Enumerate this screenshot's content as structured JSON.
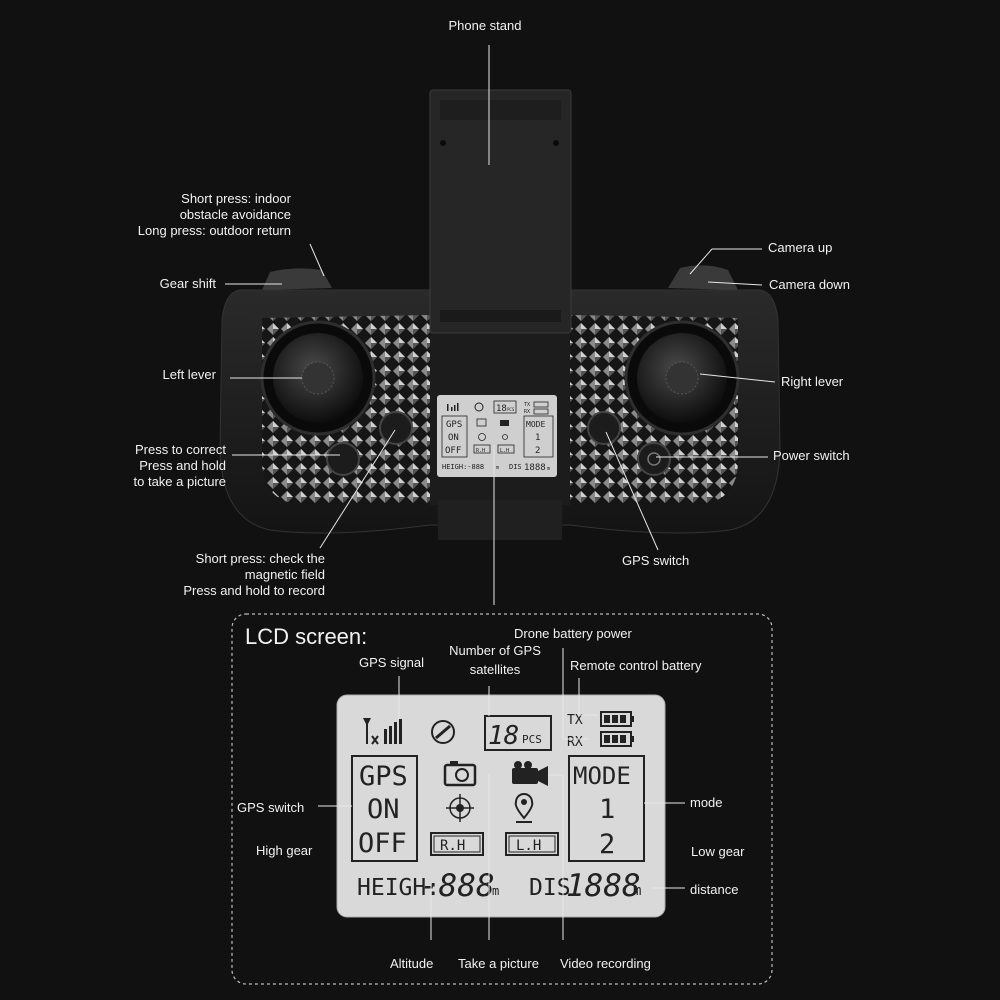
{
  "callouts": {
    "phone_stand": "Phone stand",
    "short_press_line1": "Short press: indoor",
    "short_press_line2": "obstacle avoidance",
    "short_press_line3": "Long press: outdoor return",
    "gear_shift": "Gear shift",
    "left_lever": "Left lever",
    "press_correct_line1": "Press to correct",
    "press_correct_line2": "Press and hold",
    "press_correct_line3": "to take a picture",
    "magnetic_line1": "Short press: check the",
    "magnetic_line2": "magnetic field",
    "magnetic_line3": "Press and hold to record",
    "camera_up": "Camera up",
    "camera_down": "Camera down",
    "right_lever": "Right lever",
    "power_switch": "Power switch",
    "gps_switch": "GPS switch"
  },
  "lcd_panel": {
    "title": "LCD screen:",
    "gps_signal": "GPS signal",
    "num_gps_line1": "Number of GPS",
    "num_gps_line2": "satellites",
    "drone_battery": "Drone battery power",
    "remote_battery": "Remote control battery",
    "gps_switch": "GPS switch",
    "high_gear": "High gear",
    "mode": "mode",
    "low_gear": "Low gear",
    "distance": "distance",
    "altitude": "Altitude",
    "take_picture": "Take a picture",
    "video_recording": "Video recording"
  },
  "lcd_display": {
    "satellites": "18",
    "pcs": "PCS",
    "tx": "TX",
    "rx": "RX",
    "gps": "GPS",
    "on": "ON",
    "off": "OFF",
    "mode": "MODE",
    "mode1": "1",
    "mode2": "2",
    "rh": "R.H",
    "lh": "L.H",
    "heigh": "HEIGH:",
    "height_value": "-888",
    "m1": "m",
    "dis": "DIS",
    "dis_value": "1888",
    "m2": "m"
  },
  "small_lcd": {
    "sat": "18",
    "pcs": "PCS",
    "tx": "TX",
    "rx": "RX",
    "gps": "GPS",
    "on": "ON",
    "off": "OFF",
    "mode": "MODE",
    "m1": "1",
    "m2": "2",
    "rh": "R.H",
    "lh": "L.H",
    "heigh": "HEIGH:-888",
    "m": "m",
    "dis": "DIS",
    "disv": "1888"
  },
  "colors": {
    "background": "#111111",
    "controller": "#1e1e1e",
    "lcd": "#d9d9d9",
    "label": "#f2f2f2"
  }
}
